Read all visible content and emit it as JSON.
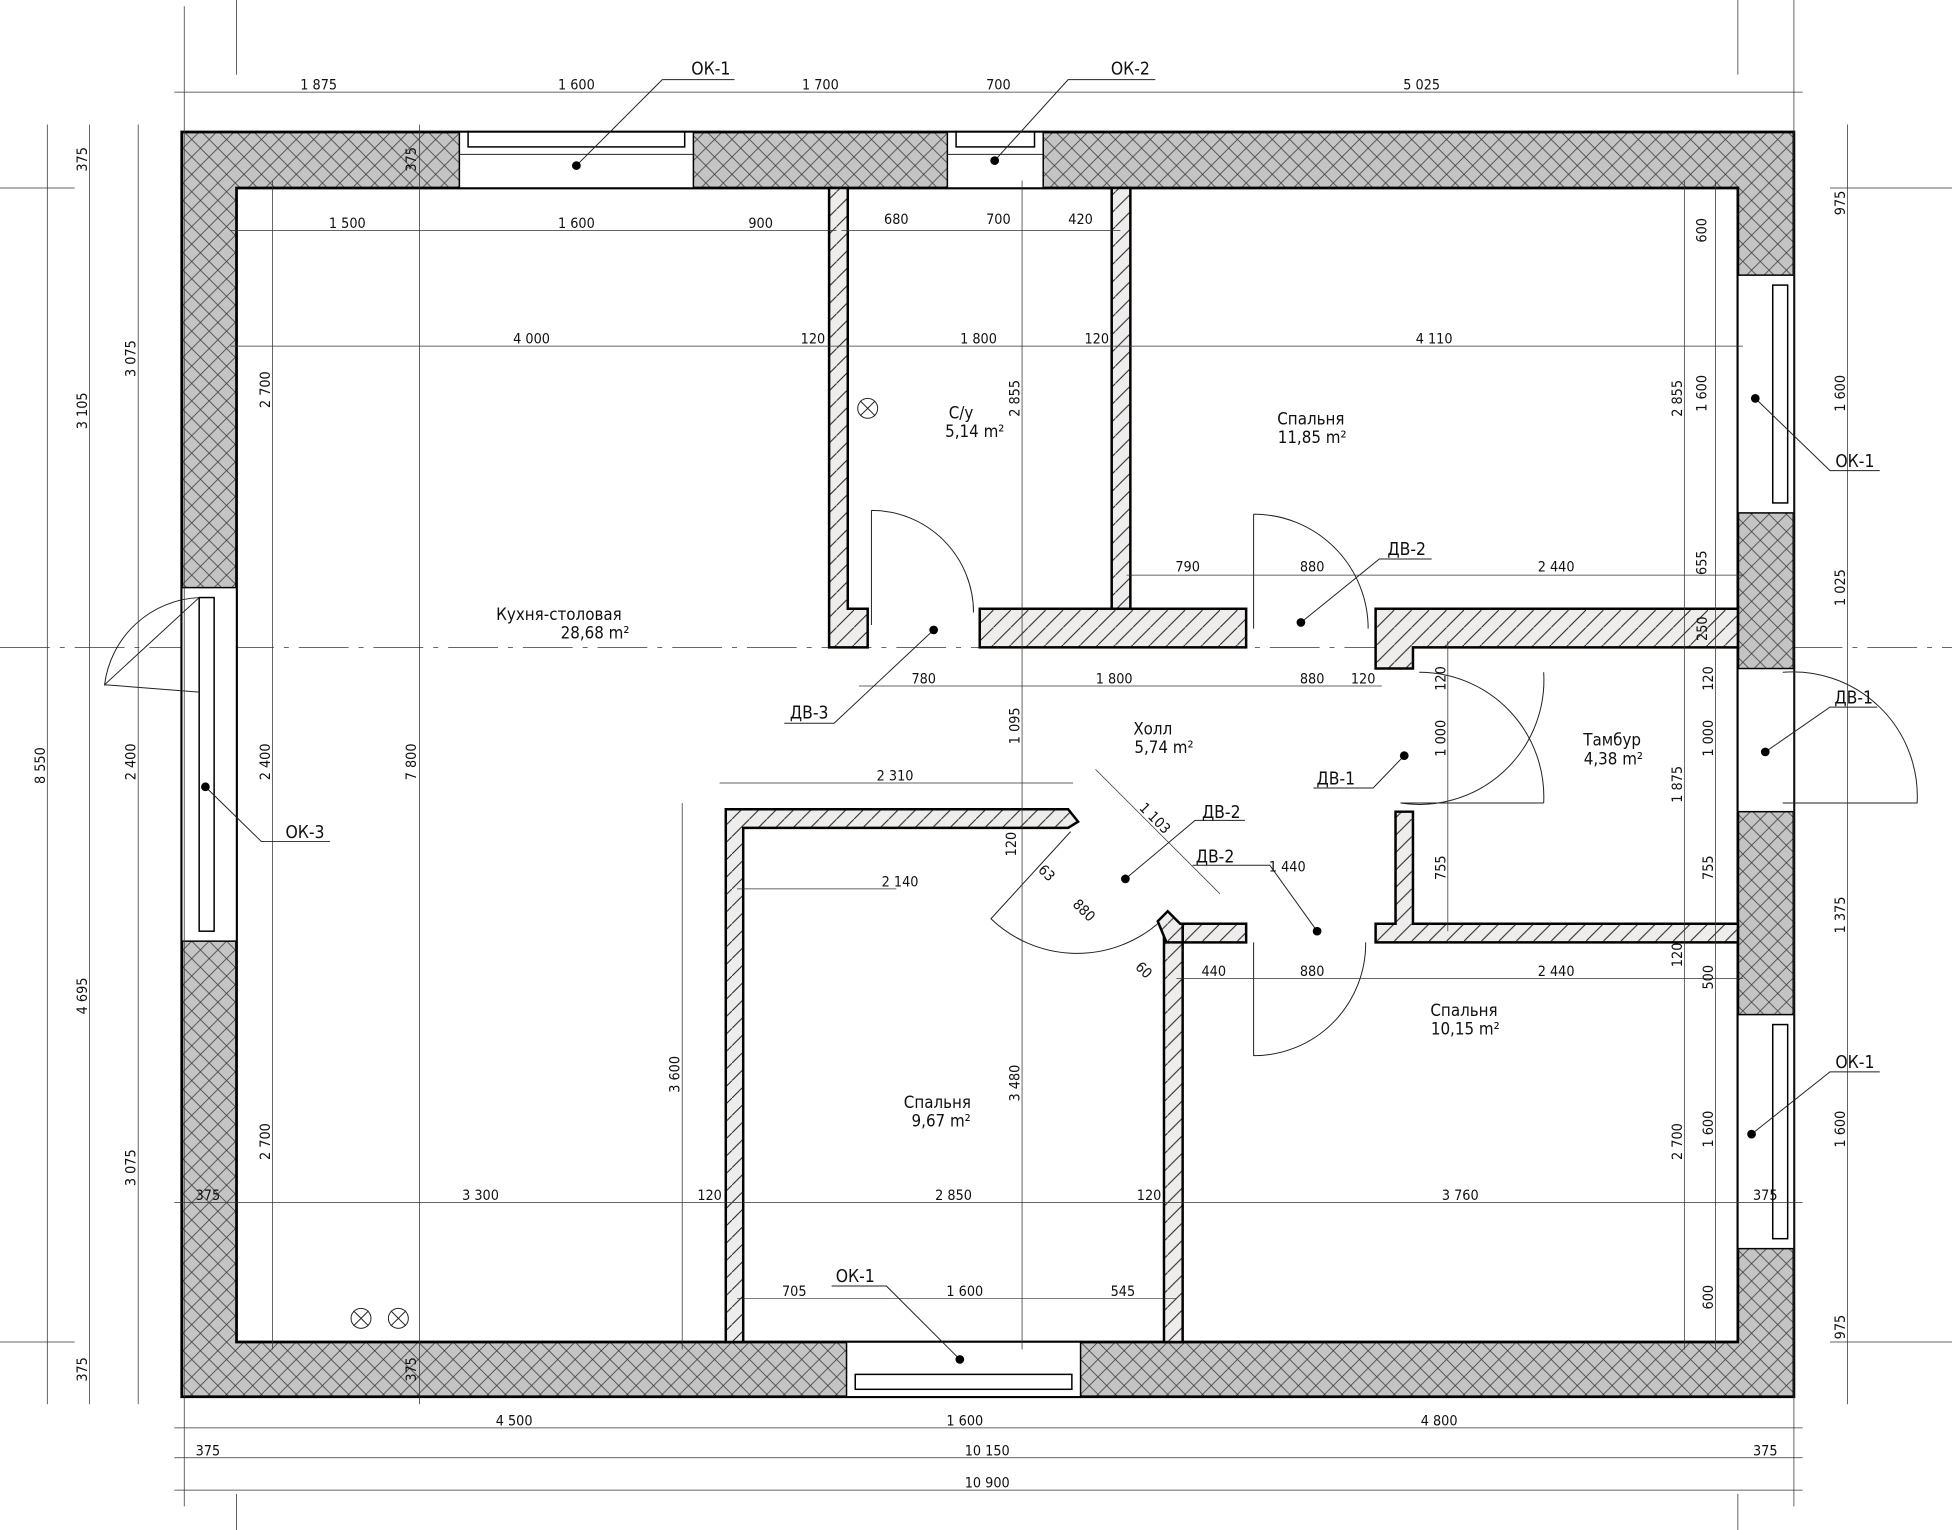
{
  "colors": {
    "exterior_wall": "#c4c4c4",
    "partition": "#efecec",
    "line": "#000000"
  },
  "rooms": [
    {
      "name": "Кухня-столовая",
      "area": "28,68 m²"
    },
    {
      "name": "С/у",
      "area": "5,14 m²"
    },
    {
      "name": "Спальня",
      "area": "11,85 m²"
    },
    {
      "name": "Холл",
      "area": "5,74 m²"
    },
    {
      "name": "Тамбур",
      "area": "4,38 m²"
    },
    {
      "name": "Спальня",
      "area": "10,15 m²"
    },
    {
      "name": "Спальня",
      "area": "9,67 m²"
    }
  ],
  "tags": [
    "ОК-1",
    "ОК-2",
    "ОК-1",
    "ДВ-2",
    "ДВ-3",
    "ДВ-1",
    "ДВ-1",
    "ДВ-2",
    "ДВ-2",
    "ОК-3",
    "ОК-1",
    "ОК-1"
  ],
  "dimensions": [
    "1 875",
    "1 600",
    "1 700",
    "700",
    "5 025",
    "1 500",
    "1 600",
    "900",
    "680",
    "700",
    "420",
    "4 000",
    "120",
    "1 800",
    "120",
    "4 110",
    "790",
    "880",
    "2 440",
    "780",
    "1 800",
    "880",
    "120",
    "2 310",
    "2 140",
    "1 440",
    "440",
    "880",
    "2 440",
    "375",
    "3 300",
    "120",
    "2 850",
    "120",
    "3 760",
    "375",
    "705",
    "1 600",
    "545",
    "4 500",
    "1 600",
    "4 800",
    "375",
    "10 150",
    "375",
    "10 900",
    "375",
    "3 105",
    "4 695",
    "375",
    "8 550",
    "3 075",
    "2 400",
    "3 075",
    "2 700",
    "2 400",
    "2 700",
    "7 800",
    "375",
    "375",
    "3 600",
    "2 855",
    "1 095",
    "3 480",
    "120",
    "2 855",
    "600",
    "1 600",
    "655",
    "250",
    "120",
    "1 000",
    "755",
    "120",
    "1 000",
    "755",
    "1 875",
    "120",
    "500",
    "2 700",
    "1 600",
    "600",
    "975",
    "1 600",
    "1 025",
    "1 375",
    "1 600",
    "975",
    "1 103",
    "63",
    "880",
    "60"
  ]
}
